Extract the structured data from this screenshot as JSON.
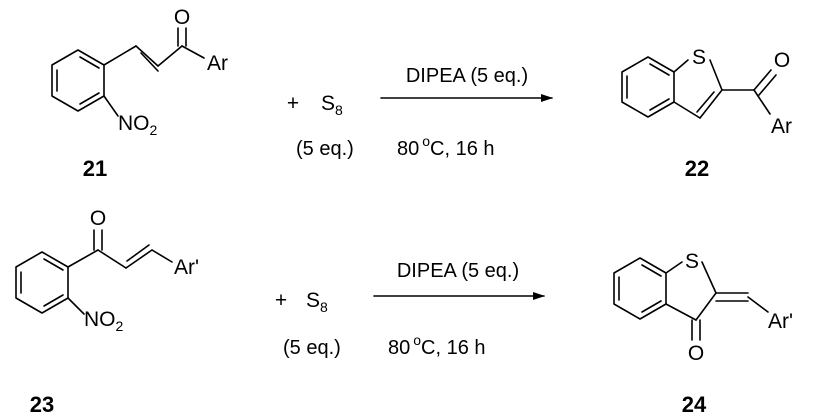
{
  "scheme": {
    "reaction_1": {
      "reactant": {
        "compound_number": "21",
        "carbonyl_label": "O",
        "aryl_label": "Ar",
        "nitro_label": "NO",
        "nitro_subscript": "2"
      },
      "plus_sign": "+",
      "reagent": {
        "symbol": "S",
        "subscript": "8",
        "amount": "(5 eq.)"
      },
      "conditions_above": "DIPEA (5 eq.)",
      "temperature": "80",
      "degree_symbol": "o",
      "conditions_rest": "C, 16 h",
      "product": {
        "compound_number": "22",
        "sulfur_label": "S",
        "carbonyl_label": "O",
        "aryl_label": "Ar"
      }
    },
    "reaction_2": {
      "reactant": {
        "compound_number": "23",
        "carbonyl_label": "O",
        "aryl_label": "Ar'",
        "nitro_label": "NO",
        "nitro_subscript": "2"
      },
      "plus_sign": "+",
      "reagent": {
        "symbol": "S",
        "subscript": "8",
        "amount": "(5 eq.)"
      },
      "conditions_above": "DIPEA (5 eq.)",
      "temperature": "80",
      "degree_symbol": "o",
      "conditions_rest": "C, 16 h",
      "product": {
        "compound_number": "24",
        "sulfur_label": "S",
        "carbonyl_label": "O",
        "aryl_label": "Ar'"
      }
    }
  }
}
